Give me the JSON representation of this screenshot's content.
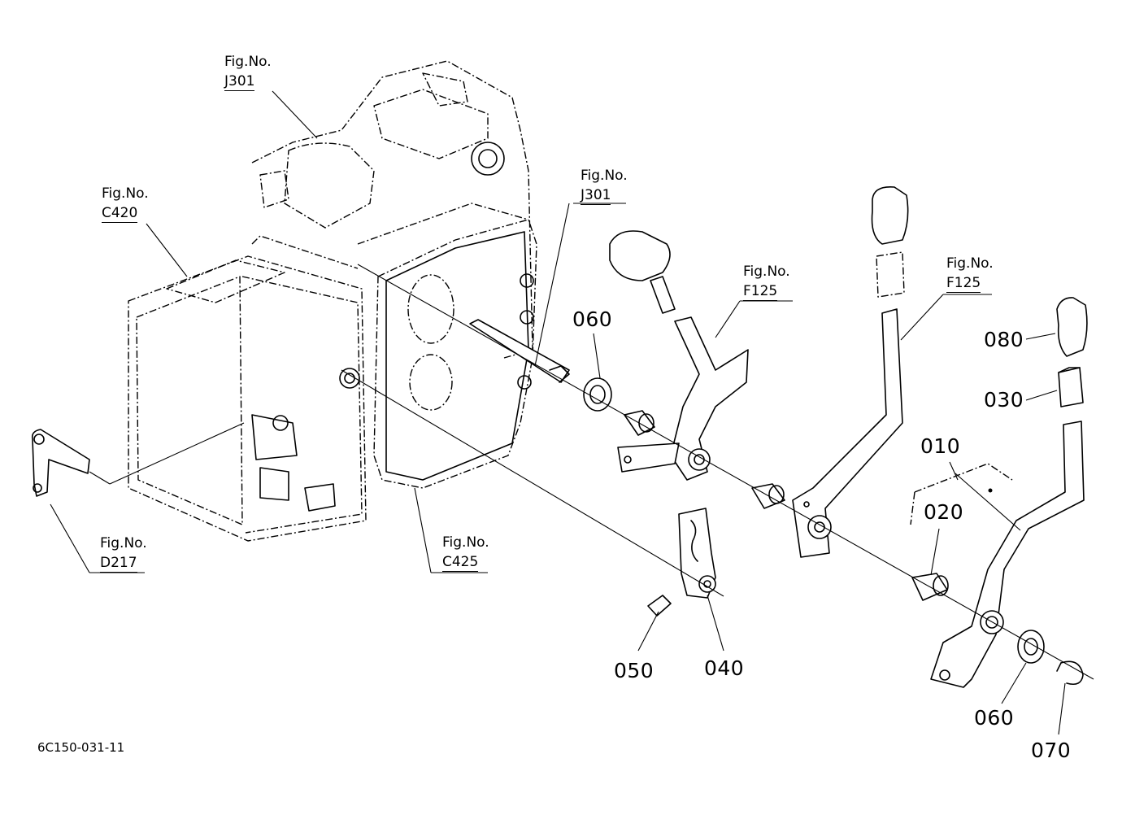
{
  "references": {
    "j301_top": {
      "prefix": "Fig.No.",
      "code": "J301"
    },
    "c420": {
      "prefix": "Fig.No.",
      "code": "C420"
    },
    "j301_mid": {
      "prefix": "Fig.No.",
      "code": "J301"
    },
    "f125_a": {
      "prefix": "Fig.No.",
      "code": "F125"
    },
    "f125_b": {
      "prefix": "Fig.No.",
      "code": "F125"
    },
    "d217": {
      "prefix": "Fig.No.",
      "code": "D217"
    },
    "c425": {
      "prefix": "Fig.No.",
      "code": "C425"
    }
  },
  "parts": {
    "p060_top": "060",
    "p080": "080",
    "p030": "030",
    "p010": "010",
    "p020": "020",
    "p050": "050",
    "p040": "040",
    "p060_bottom": "060",
    "p070": "070"
  },
  "drawing_number": "6C150-031-11"
}
